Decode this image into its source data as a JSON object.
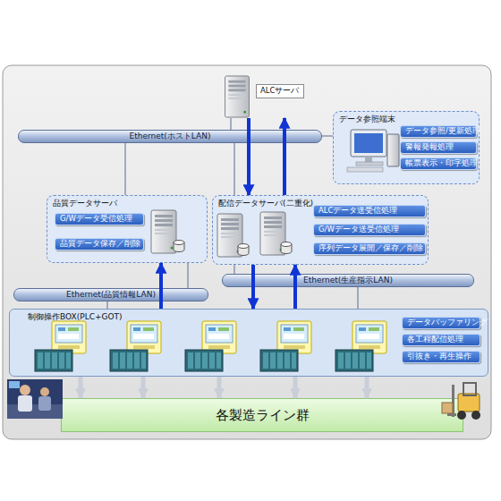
{
  "diagram": {
    "nodes": [
      {
        "text": [
          "ALCサーバ"
        ]
      },
      {
        "text": [
          "Ethernet(ホストLAN)"
        ]
      },
      {
        "text": [
          "データ参照端末"
        ]
      },
      {
        "text": [
          "データ参照/更新処理"
        ],
        "in": 2
      },
      {
        "text": [
          "警報発報処理"
        ],
        "in": 2
      },
      {
        "text": [
          "帳票表示・印字処理"
        ],
        "in": 2
      },
      {
        "text": [
          "品質データサーバ"
        ]
      },
      {
        "text": [
          "G/Wデータ受信処理"
        ],
        "in": 6
      },
      {
        "text": [
          "品質データ保存／削除"
        ],
        "in": 6
      },
      {
        "text": [
          "配信データサーバ(二重化)"
        ]
      },
      {
        "text": [
          "ALCデータ送受信処理"
        ],
        "in": 9
      },
      {
        "text": [
          "G/Wデータ送受信処理"
        ],
        "in": 9
      },
      {
        "text": [
          "序列データ展開／保存／削除"
        ],
        "in": 9
      },
      {
        "text": [
          "Ethernet(品質情報LAN)"
        ]
      },
      {
        "text": [
          "Ethernet(生産指示LAN)"
        ]
      },
      {
        "text": [
          "制御操作BOX(PLC+GOT)"
        ]
      },
      {
        "text": [
          "データバッファリング"
        ],
        "in": 15
      },
      {
        "text": [
          "各工程配信処理"
        ],
        "in": 15
      },
      {
        "text": [
          "引抜き・再生操作"
        ],
        "in": 15
      },
      {
        "text": [
          "各製造ライン群"
        ]
      }
    ],
    "edges": [
      {
        "from": 0,
        "to": 9,
        "arrow": "to"
      },
      {
        "from": 9,
        "to": 0,
        "arrow": "to"
      },
      {
        "from": 15,
        "to": 6,
        "arrow": "to"
      },
      {
        "from": 9,
        "to": 15,
        "arrow": "to"
      },
      {
        "from": 15,
        "to": 9,
        "arrow": "to"
      },
      {
        "from": 0,
        "to": 1,
        "arrow": "none"
      },
      {
        "from": 6,
        "to": 1,
        "arrow": "none"
      },
      {
        "from": 9,
        "to": 1,
        "arrow": "none"
      },
      {
        "from": 2,
        "to": 1,
        "arrow": "none"
      },
      {
        "from": 6,
        "to": 13,
        "arrow": "none"
      },
      {
        "from": 9,
        "to": 14,
        "arrow": "none"
      },
      {
        "from": 13,
        "to": 15,
        "arrow": "none"
      },
      {
        "from": 14,
        "to": 15,
        "arrow": "none"
      },
      {
        "from": 15,
        "to": 19,
        "arrow": "to"
      },
      {
        "from": 15,
        "to": 19,
        "arrow": "to"
      },
      {
        "from": 15,
        "to": 19,
        "arrow": "to"
      },
      {
        "from": 15,
        "to": 19,
        "arrow": "to"
      },
      {
        "from": 15,
        "to": 19,
        "arrow": "to"
      }
    ]
  }
}
